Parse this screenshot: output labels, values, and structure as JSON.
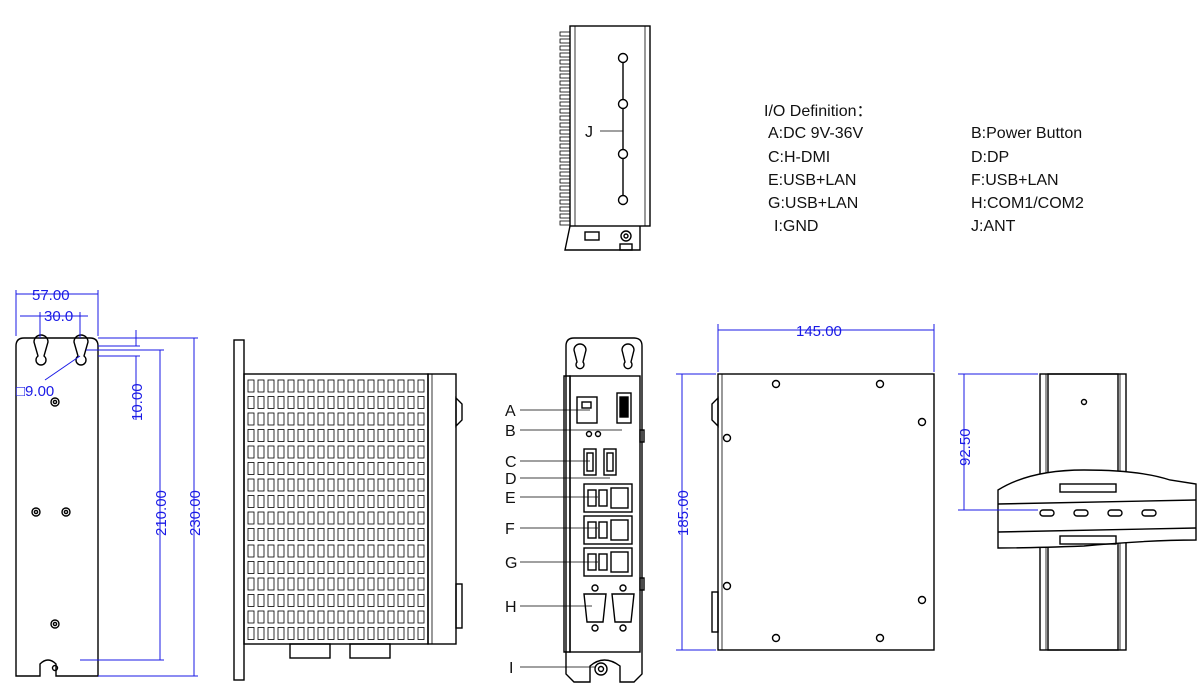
{
  "io_definition": {
    "title": "I/O Definition：",
    "left": [
      "A:DC 9V-36V",
      "C:H-DMI",
      "E:USB+LAN",
      "G:USB+LAN",
      "I:GND"
    ],
    "right": [
      "B:Power Button",
      "D:DP",
      "F:USB+LAN",
      "H:COM1/COM2",
      "J:ANT"
    ]
  },
  "top_view": {
    "callout": "J"
  },
  "mount_view": {
    "dim_width": "57.00",
    "dim_holes": "30.0",
    "dim_hole_size": "□9.00",
    "dim_offset": "10.00",
    "dim_inner_height": "210.00",
    "dim_height": "230.00"
  },
  "io_view": {
    "callouts": [
      "A",
      "B",
      "C",
      "D",
      "E",
      "F",
      "G",
      "H",
      "I"
    ]
  },
  "side_view": {
    "dim_width": "145.00",
    "dim_height": "185.00"
  },
  "din_view": {
    "dim_rail": "92.50"
  }
}
